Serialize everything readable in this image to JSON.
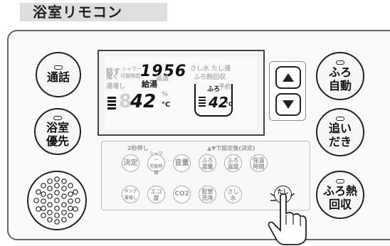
{
  "title": "浴室リモコン",
  "buttons": {
    "call": "通話",
    "bath_priority": "浴室\n優先",
    "bath_auto": "ふろ\n自動",
    "reheat": "追い\nだき",
    "heat_recovery": "ふろ熱\n回収"
  },
  "display": {
    "talk": "話す",
    "listen": "聞く",
    "shower": "シャワー",
    "shower_time": "可能時間",
    "time": "1956",
    "sashimizu": "さし水",
    "sashiyu": "たし湯",
    "bath_heat": "ふろ熱回収",
    "hot_water_add": "湯増し",
    "high_temp": "高温",
    "kyuto": "給湯",
    "furo": "ふろ",
    "yoyaku": "予約",
    "kyuto_temp": "42",
    "furo_temp": "42",
    "celsius": "°C",
    "percent": "%"
  },
  "panel": {
    "hold_caption": "2秒押し",
    "arrows_caption": "▲▼で設定後(決定)",
    "row1": [
      "決定",
      "シャワー\n可能時間",
      "音量",
      "ふろ\n湯量",
      "ふろ\n温度",
      "保温\n時間"
    ],
    "row2": [
      "タンク\n湯増し",
      "エコ度",
      "CO2",
      "配管\n洗浄",
      "さし水",
      "たし湯"
    ]
  }
}
